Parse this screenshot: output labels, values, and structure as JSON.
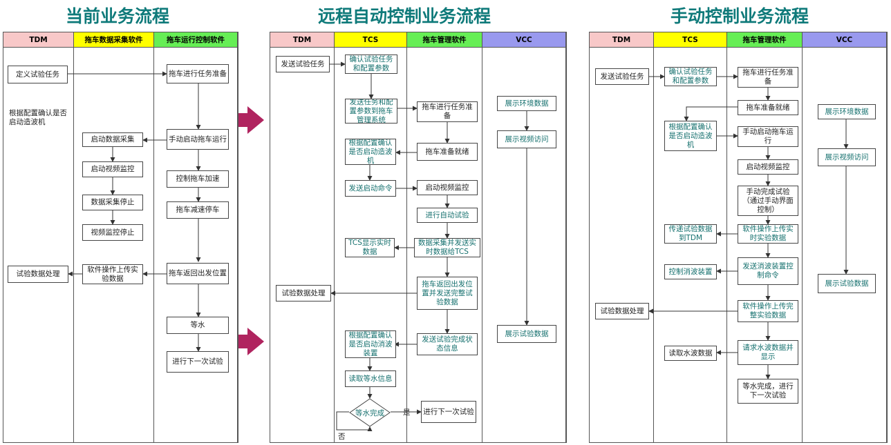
{
  "titles": {
    "current": "当前业务流程",
    "remote": "远程自动控制业务流程",
    "manual": "手动控制业务流程"
  },
  "lane_colors": {
    "tdm": "#f8c8c8",
    "collect": "#ffff00",
    "drive": "#66ee55",
    "tcs": "#ffff00",
    "mgmt": "#66ee55",
    "vcc": "#9999ee"
  },
  "p1": {
    "lanes": [
      "TDM",
      "拖车数据采集软件",
      "拖车运行控制软件"
    ],
    "nodes": {
      "define": "定义试验任务",
      "confirm_wave": "根据配置确认是否启动造波机",
      "prepare": "拖车进行任务准备",
      "manual_start": "手动启动拖车运行",
      "start_collect": "启动数据采集",
      "start_video": "启动视频监控",
      "stop_collect": "数据采集停止",
      "stop_video": "视频监控停止",
      "accel": "控制拖车加速",
      "decel": "拖车减速停车",
      "process": "试验数据处理",
      "upload": "软件操作上传实验数据",
      "return": "拖车返回出发位置",
      "wait": "等水",
      "next": "进行下一次试验"
    }
  },
  "p2": {
    "lanes": [
      "TDM",
      "TCS",
      "拖车管理软件",
      "VCC"
    ],
    "nodes": {
      "send": "发送试验任务",
      "confirm": "确认试验任务和配置参数",
      "send_cfg": "发送任务和配置参数到拖车管理系统",
      "prepare": "拖车进行任务准备",
      "confirm_wave": "根据配置确认是否启动造波机",
      "ready": "拖车准备就绪",
      "send_start": "发送启动命令",
      "start_video": "启动视频监控",
      "auto_test": "进行自动试验",
      "tcs_show": "TCS显示实时数据",
      "collect_send": "数据采集并发送实时数据给TCS",
      "process": "试验数据处理",
      "return": "拖车返回出发位置并发送完整试验数据",
      "confirm_absorb": "根据配置确认是否启动消波装置",
      "send_status": "发送试验完成状态信息",
      "read_wait": "读取等水信息",
      "wait_done": "等水完成",
      "next": "进行下一次试验",
      "env": "展示环境数据",
      "video": "展示视频访问",
      "test_data": "展示试验数据",
      "yes": "是",
      "no": "否"
    }
  },
  "p3": {
    "lanes": [
      "TDM",
      "TCS",
      "拖车管理软件",
      "VCC"
    ],
    "nodes": {
      "send": "发送试验任务",
      "confirm": "确认试验任务和配置参数",
      "prepare": "拖车进行任务准备",
      "ready": "拖车准备就绪",
      "confirm_wave": "根据配置确认是否启动造波机",
      "manual_start": "手动启动拖车运行",
      "start_video": "启动视频监控",
      "manual_done": "手动完成试验（通过手动界面控制）",
      "transfer": "传递试验数据到TDM",
      "upload_rt": "软件操作上传实时实验数据",
      "absorb_ctrl": "控制消波装置",
      "send_absorb": "发送消波装置控制命令",
      "process": "试验数据处理",
      "upload_full": "软件操作上传完整实验数据",
      "read_wave": "读取水波数据",
      "request_wave": "请求水波数据并显示",
      "wait_next": "等水完成，进行下一次试验",
      "env": "展示环境数据",
      "video": "展示视频访问",
      "test_data": "展示试验数据"
    }
  }
}
